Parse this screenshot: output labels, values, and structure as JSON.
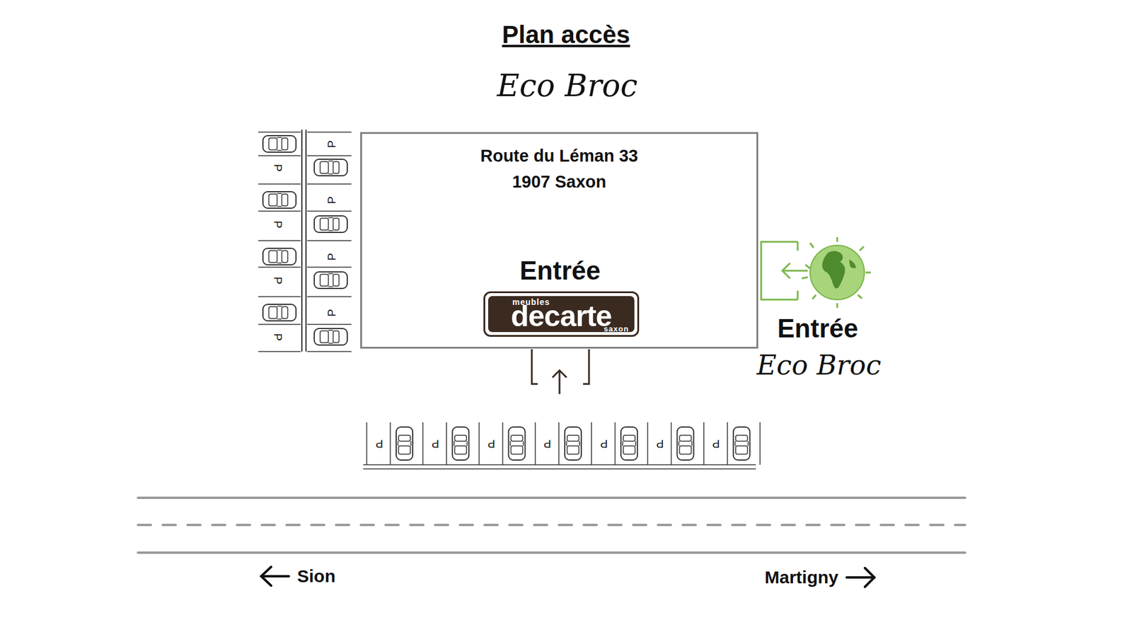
{
  "diagram": {
    "title": "Plan accès",
    "nodes": [
      {
        "text": [
          "Route du Léman 33 1907 Saxon",
          "Entrée"
        ]
      },
      {
        "text": [
          "meubles",
          "decarte",
          "saxon"
        ],
        "in": 0
      }
    ],
    "labels": [
      "Eco Broc",
      "P",
      "P",
      "P",
      "P",
      "P",
      "P",
      "P",
      "P",
      "P",
      "P",
      "P",
      "P",
      "P",
      "P",
      "P",
      "Entrée",
      "Eco Broc",
      "Sion",
      "Martigny"
    ]
  }
}
